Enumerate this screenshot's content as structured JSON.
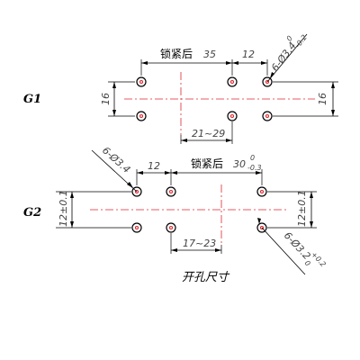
{
  "title": "开孔尺寸",
  "g1": {
    "label": "G1",
    "locked_prefix": "锁紧后",
    "locked_value": "35",
    "pitch": "12",
    "hole_spec": "6-Ø3.4",
    "hole_tol_upper": "0",
    "hole_tol_lower": "-0.2",
    "height_left": "16",
    "height_right": "16",
    "range": "21~29"
  },
  "g2": {
    "label": "G2",
    "hole_spec_left": "6-Ø3.4",
    "pitch": "12",
    "locked_prefix": "锁紧后",
    "locked_value": "30",
    "locked_tol_upper": "0",
    "locked_tol_lower": "-0.3",
    "height_left": "12±0.1",
    "height_right": "12±0.1",
    "range": "17~23",
    "hole_spec_right": "6-Ø3.2",
    "hole_tol_upper": "+0.2",
    "hole_tol_lower": "0"
  },
  "colors": {
    "center_line": "#e0262e",
    "line": "#000000"
  }
}
